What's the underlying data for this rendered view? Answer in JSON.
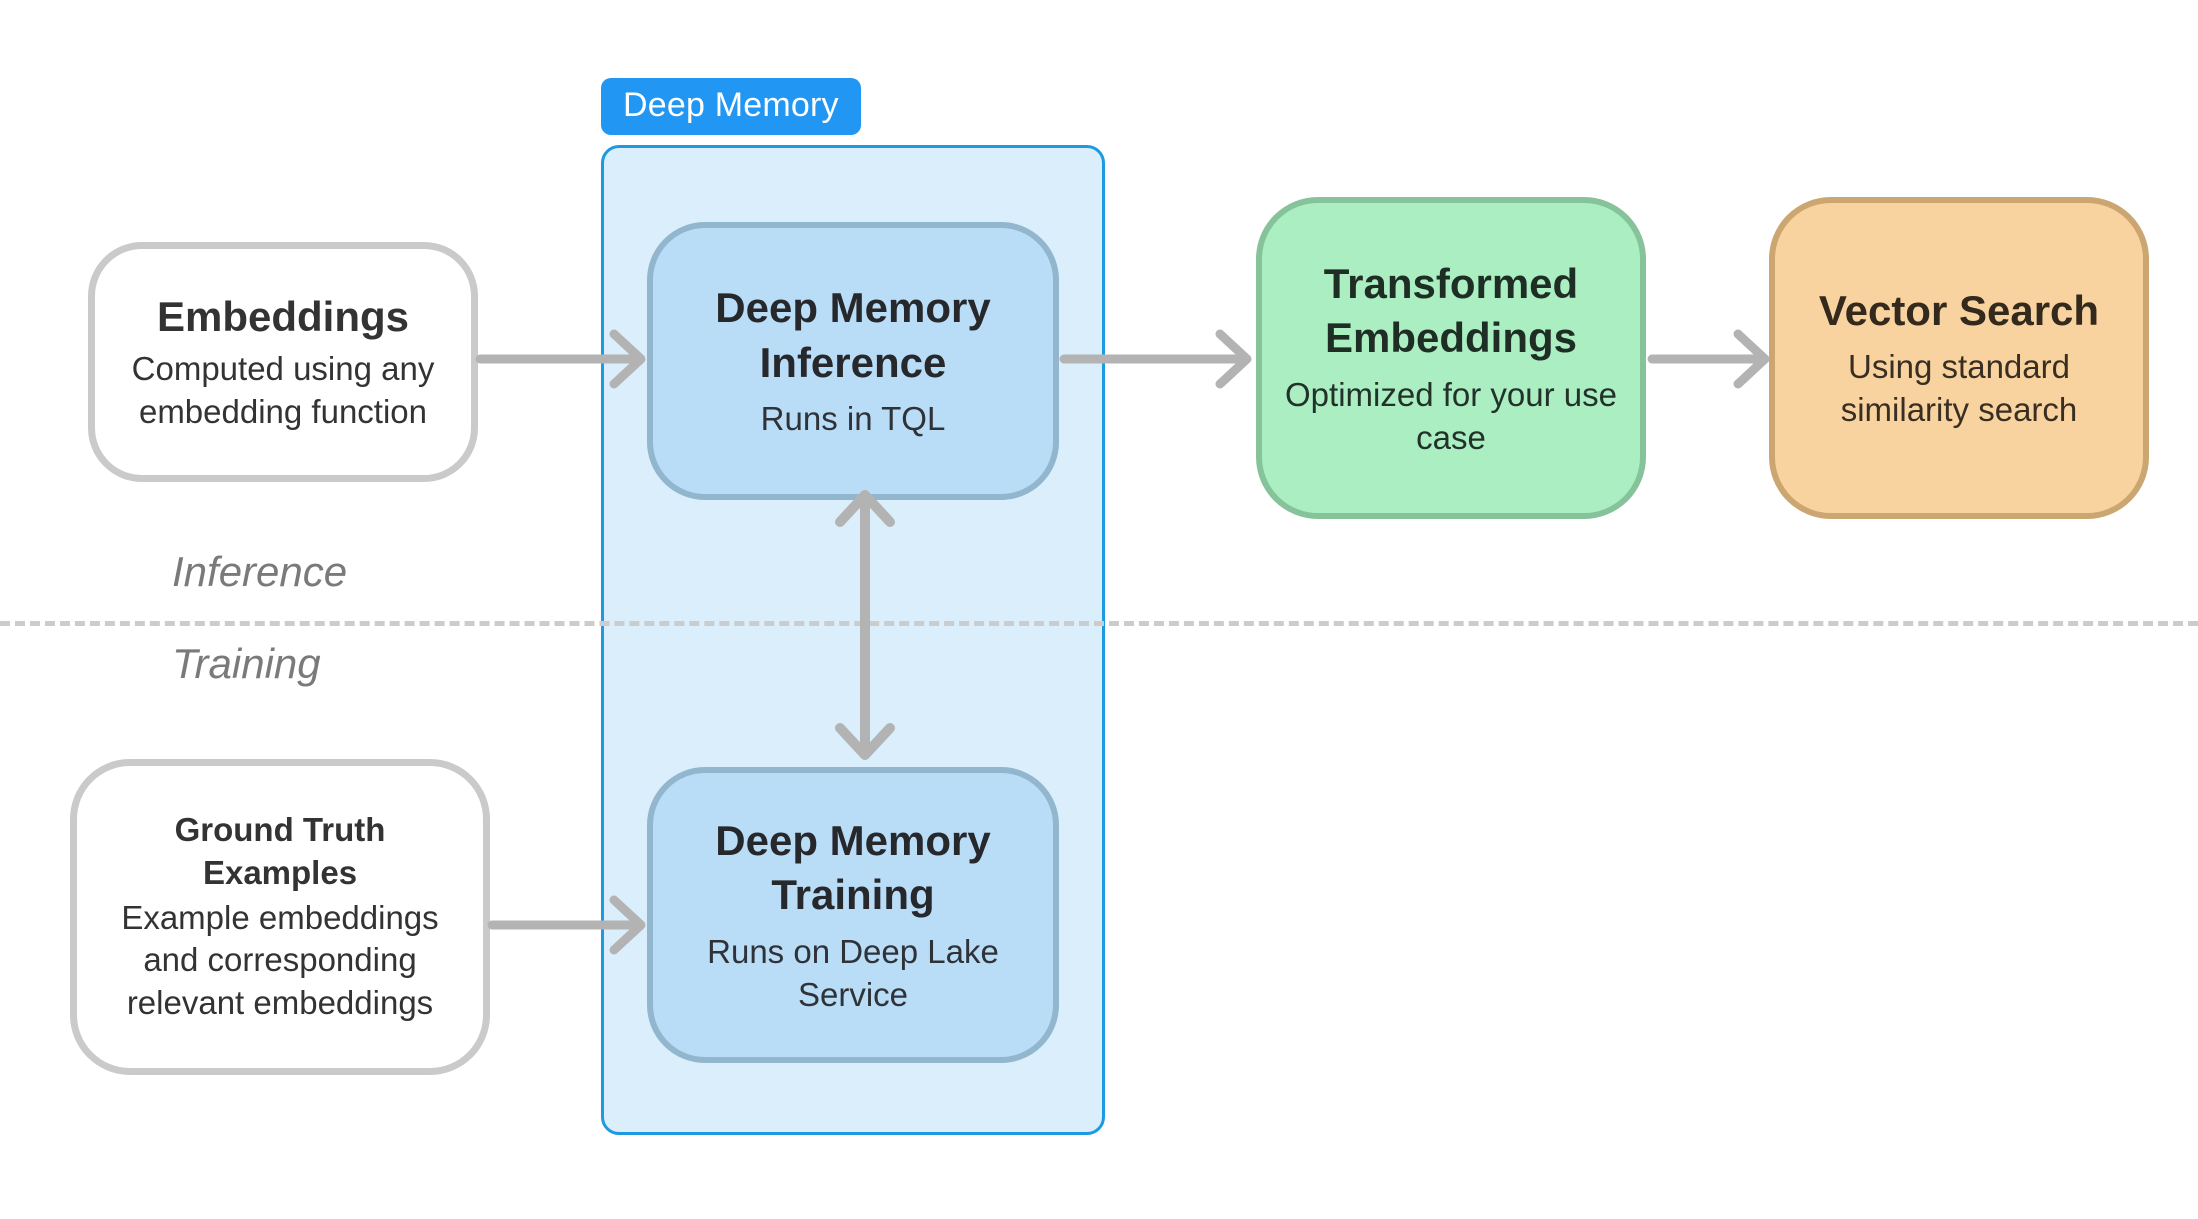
{
  "diagram": {
    "title": "Deep Memory architecture flow",
    "background": "#FFFFFF"
  },
  "container": {
    "label": "Deep Memory",
    "label_bg": "#2196F3",
    "label_color": "#FFFFFF",
    "fill": "#DAEEFB",
    "border": "#1E9BE0"
  },
  "zones": {
    "inference_label": "Inference",
    "training_label": "Training",
    "divider_color": "#CCCCCC",
    "divider_style": "dashed"
  },
  "nodes": {
    "embeddings": {
      "title": "Embeddings",
      "subtitle": "Computed using any embedding function",
      "fill": "#FFFFFF",
      "border": "#CACACA"
    },
    "dm_inference": {
      "title": "Deep Memory Inference",
      "subtitle": "Runs in TQL",
      "fill": "#B9DCF7",
      "border": "#91B6CD"
    },
    "transformed_embeddings": {
      "title": "Transformed Embeddings",
      "subtitle": "Optimized for your use case",
      "fill": "#AAEEC2",
      "border": "#87C39A"
    },
    "vector_search": {
      "title": "Vector Search",
      "subtitle": "Using standard similarity search",
      "fill": "#F8D3A0",
      "border": "#CBA670"
    },
    "ground_truth": {
      "title": "Ground Truth Examples",
      "subtitle": "Example embeddings and corresponding relevant embeddings",
      "fill": "#FFFFFF",
      "border": "#CACACA"
    },
    "dm_training": {
      "title": "Deep Memory Training",
      "subtitle": "Runs on Deep Lake Service",
      "fill": "#B9DCF7",
      "border": "#91B6CD"
    }
  },
  "arrows": {
    "color": "#B3B3B3",
    "embeddings_to_inference": "Embeddings to Deep Memory Inference",
    "inference_to_transformed": "Deep Memory Inference to Transformed Embeddings",
    "transformed_to_vector_search": "Transformed Embeddings to Vector Search",
    "ground_truth_to_training": "Ground Truth Examples to Deep Memory Training",
    "inference_training_link": "Deep Memory Inference and Deep Memory Training bidirectional"
  }
}
